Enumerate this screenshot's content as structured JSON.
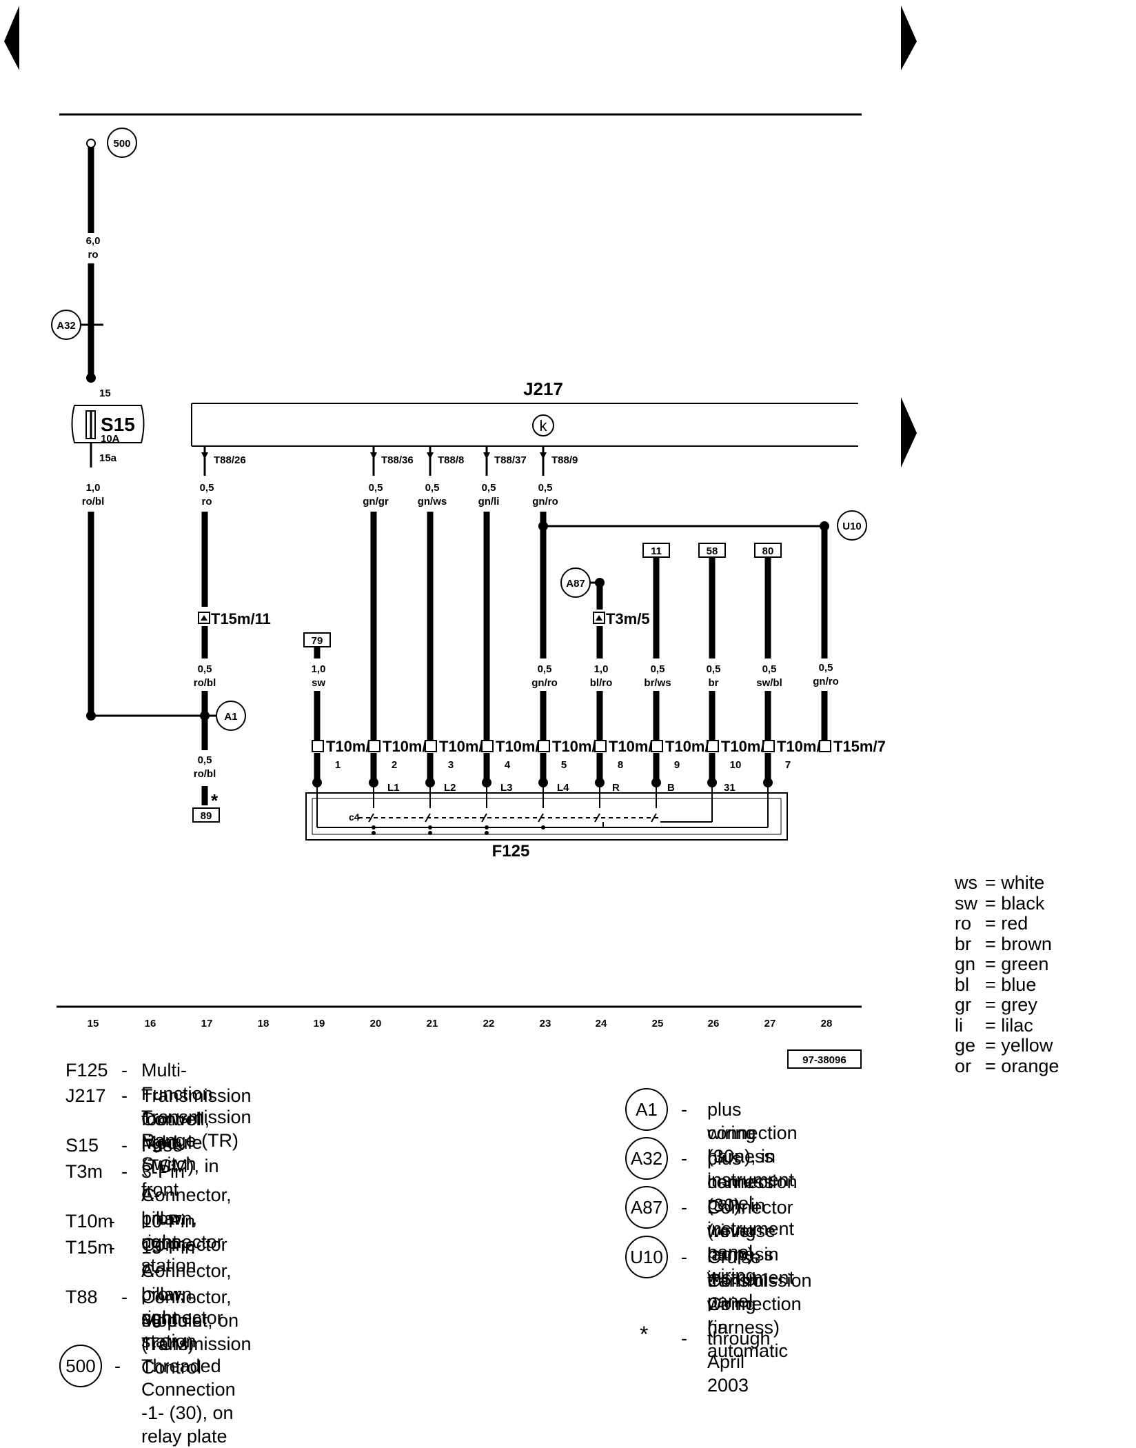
{
  "nav": {
    "prev_icon": "triangle-left-icon",
    "next_icon": "triangle-right-icon",
    "next_mid_icon": "triangle-right-icon"
  },
  "diagram": {
    "module": {
      "label": "J217",
      "symbol": "k"
    },
    "fuse": {
      "label": "S15",
      "rating": "10A",
      "pin_in": "15",
      "pin_out": "15a"
    },
    "t500": "500",
    "a32": "A32",
    "a1": "A1",
    "a87": "A87",
    "u10": "U10",
    "w_top": {
      "gauge": "6,0",
      "color": "ro"
    },
    "w_fuse": {
      "gauge": "1,0",
      "color": "ro/bl"
    },
    "t88_pins": [
      "T88/26",
      "T88/36",
      "T88/8",
      "T88/37",
      "T88/9"
    ],
    "upper_wires": [
      {
        "gauge": "0,5",
        "color": "ro"
      },
      {
        "gauge": "0,5",
        "color": "gn/gr"
      },
      {
        "gauge": "0,5",
        "color": "gn/ws"
      },
      {
        "gauge": "0,5",
        "color": "gn/li"
      },
      {
        "gauge": "0,5",
        "color": "gn/ro"
      }
    ],
    "t15m11": "T15m/11",
    "t3m5": "T3m/5",
    "t15m7": "T15m/7",
    "boxes": {
      "b79": "79",
      "b11": "11",
      "b58": "58",
      "b80": "80",
      "b89": "89"
    },
    "asterisk": "*",
    "w_a1_down": {
      "gauge": "0,5",
      "color": "ro/bl"
    },
    "w_t15m_down": {
      "gauge": "0,5",
      "color": "ro/bl"
    },
    "lower_wires": [
      {
        "gauge": "1,0",
        "color": "sw"
      },
      {
        "gauge": "0,5",
        "color": "gn/ro"
      },
      {
        "gauge": "1,0",
        "color": "bl/ro"
      },
      {
        "gauge": "0,5",
        "color": "br/ws"
      },
      {
        "gauge": "0,5",
        "color": "br"
      },
      {
        "gauge": "0,5",
        "color": "sw/bl"
      },
      {
        "gauge": "0,5",
        "color": "gn/ro"
      }
    ],
    "t10m_label": "T10m/",
    "t10m_pins": [
      "1",
      "2",
      "3",
      "4",
      "5",
      "8",
      "9",
      "10",
      "7"
    ],
    "switch_terms": [
      "L1",
      "L2",
      "L3",
      "L4",
      "R",
      "B",
      "31"
    ],
    "switch_label": "F125",
    "switch_contact": "c4",
    "grid_numbers": [
      "15",
      "16",
      "17",
      "18",
      "19",
      "20",
      "21",
      "22",
      "23",
      "24",
      "25",
      "26",
      "27",
      "28"
    ],
    "ref_code": "97-38096"
  },
  "legend_left": [
    {
      "code": "F125",
      "dash": "-",
      "desc": "Multi-Function Transmission Range (TR) Switch"
    },
    {
      "code": "J217",
      "dash": "-",
      "desc": "Transmission Control Module (TCM), in front",
      "desc2": "footwell, right"
    },
    {
      "code": "S15",
      "dash": "-",
      "desc": "Fuse"
    },
    {
      "code": "T3m",
      "dash": "-",
      "desc": "3-Pin Connector, brown, connector station",
      "desc2": "A-pillar, right"
    },
    {
      "code": "T10m",
      "dash": "-",
      "desc": "10-Pin Connector"
    },
    {
      "code": "T15m",
      "dash": "-",
      "desc": "15-Pin Connector, brown, connector station",
      "desc2": "A-pillar, right"
    },
    {
      "code": "T88",
      "dash": "-",
      "desc": "Connector, 88 point, on Transmission Control",
      "desc2": "Module (TCM)"
    },
    {
      "code": "500",
      "dash": "-",
      "desc": "Threaded Connection -1- (30), on relay plate"
    }
  ],
  "legend_right": [
    {
      "code": "A1",
      "dash": "-",
      "desc": "plus connection (30a), in instrument panel",
      "desc2": "wiring harness"
    },
    {
      "code": "A32",
      "dash": "-",
      "desc": "plus connection (30), in instrument panel wiring",
      "desc2": "harness"
    },
    {
      "code": "A87",
      "dash": "-",
      "desc": "Connector (reverse lamp), in instrument panel",
      "desc2": "wiring harness"
    },
    {
      "code": "U10",
      "dash": "-",
      "desc": "Cruise Control Connection (in automatic",
      "desc2": "transmission wiring harness)"
    },
    {
      "code": "*",
      "dash": "-",
      "desc": "through April 2003"
    }
  ],
  "color_key": [
    {
      "abbr": "ws",
      "eq": "=",
      "name": "white"
    },
    {
      "abbr": "sw",
      "eq": "=",
      "name": "black"
    },
    {
      "abbr": "ro",
      "eq": "=",
      "name": "red"
    },
    {
      "abbr": "br",
      "eq": "=",
      "name": "brown"
    },
    {
      "abbr": "gn",
      "eq": "=",
      "name": "green"
    },
    {
      "abbr": "bl",
      "eq": "=",
      "name": "blue"
    },
    {
      "abbr": "gr",
      "eq": "=",
      "name": "grey"
    },
    {
      "abbr": "li",
      "eq": "=",
      "name": "lilac"
    },
    {
      "abbr": "ge",
      "eq": "=",
      "name": "yellow"
    },
    {
      "abbr": "or",
      "eq": "=",
      "name": "orange"
    }
  ]
}
